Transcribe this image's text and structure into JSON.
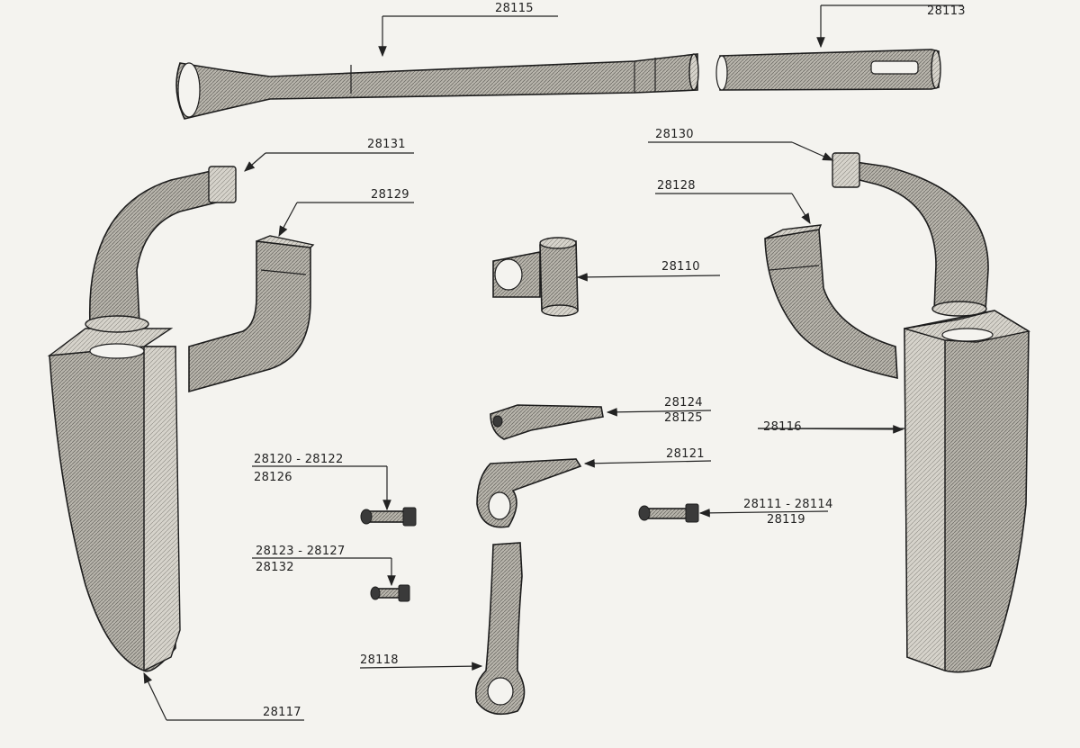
{
  "labels": {
    "l28115": "28115",
    "l28113": "28113",
    "l28131": "28131",
    "l28130": "28130",
    "l28129": "28129",
    "l28128": "28128",
    "l28110": "28110",
    "l28124": "28124",
    "l28125": "28125",
    "l28116": "28116",
    "l28121": "28121",
    "l28120": "28120 - 28122",
    "l28126": "28126",
    "l28111": "28111 - 28114",
    "l28119": "28119",
    "l28123": "28123 - 28127",
    "l28132": "28132",
    "l28118": "28118",
    "l28117": "28117"
  }
}
